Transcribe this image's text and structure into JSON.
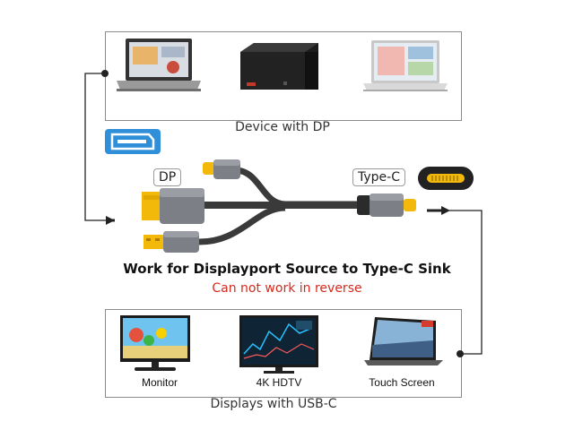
{
  "top_box": {
    "caption": "Device with DP",
    "devices": [
      "laptop",
      "desktop-pc",
      "laptop"
    ]
  },
  "cable": {
    "dp_tag": "DP",
    "typec_tag": "Type-C"
  },
  "headline": "Work for Displayport Source to Type-C Sink",
  "warning": "Can not work in reverse",
  "bottom_box": {
    "caption": "Displays with USB-C",
    "devices": [
      {
        "label": "Monitor"
      },
      {
        "label": "4K HDTV"
      },
      {
        "label": "Touch Screen"
      }
    ]
  },
  "colors": {
    "dp_blue": "#2f8fd8",
    "connector_yellow": "#f2b90a",
    "warning_red": "#d42a1e"
  }
}
